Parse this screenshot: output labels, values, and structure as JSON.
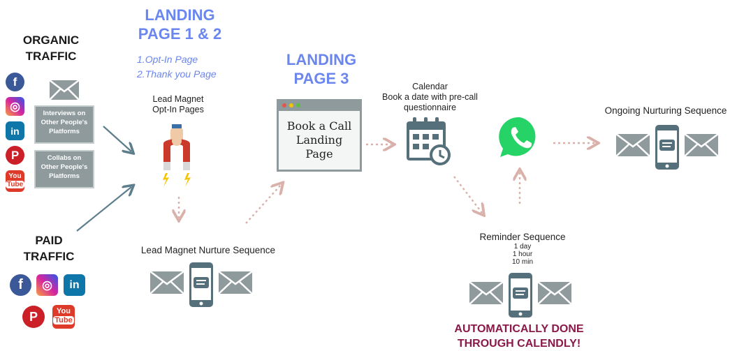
{
  "organic": {
    "line1": "ORGANIC",
    "line2": "TRAFFIC"
  },
  "paid": {
    "line1": "PAID",
    "line2": "TRAFFIC"
  },
  "landing12": {
    "line1": "LANDING",
    "line2": "PAGE 1 & 2",
    "steps": [
      "Opt-In Page",
      "Thank you Page"
    ]
  },
  "landing3": {
    "line1": "LANDING",
    "line2": "PAGE 3"
  },
  "boxes": {
    "interviews": [
      "Interviews on",
      "Other People's",
      "Platforms"
    ],
    "collabs": [
      "Collabs on",
      "Other People's",
      "Platforms"
    ]
  },
  "lead_magnet": {
    "line1": "Lead Magnet",
    "line2": "Opt-In Pages"
  },
  "browser": {
    "line1": "Book a Call",
    "line2": "Landing",
    "line3": "Page"
  },
  "calendar": {
    "line1": "Calendar",
    "line2": "Book a date with pre-call",
    "line3": "questionnaire"
  },
  "ongoing": "Ongoing Nurturing Sequence",
  "lead_nurture": "Lead Magnet Nurture Sequence",
  "reminder": {
    "title": "Reminder Sequence",
    "times": [
      "1 day",
      "1 hour",
      "10 min"
    ]
  },
  "cta": {
    "line1": "AUTOMATICALLY DONE",
    "line2": "THROUGH CALENDLY!"
  },
  "social_icons": {
    "facebook": {
      "glyph": "f",
      "color": "#3b5998"
    },
    "instagram": {
      "glyph": "◎",
      "color": "#d6249f"
    },
    "linkedin": {
      "glyph": "in",
      "color": "#0e76a8"
    },
    "pinterest": {
      "glyph": "P",
      "color": "#cb2027"
    },
    "youtube": {
      "top": "You",
      "bottom": "Tube",
      "color": "#dd3a2a"
    }
  },
  "colors": {
    "accent": "#6b86ee",
    "arrow_teal": "#5d7e8c",
    "arrow_dotted": "#d9b1aa",
    "whatsapp": "#25d366",
    "cta": "#8a1848",
    "grey_icon": "#8f9a9d"
  }
}
